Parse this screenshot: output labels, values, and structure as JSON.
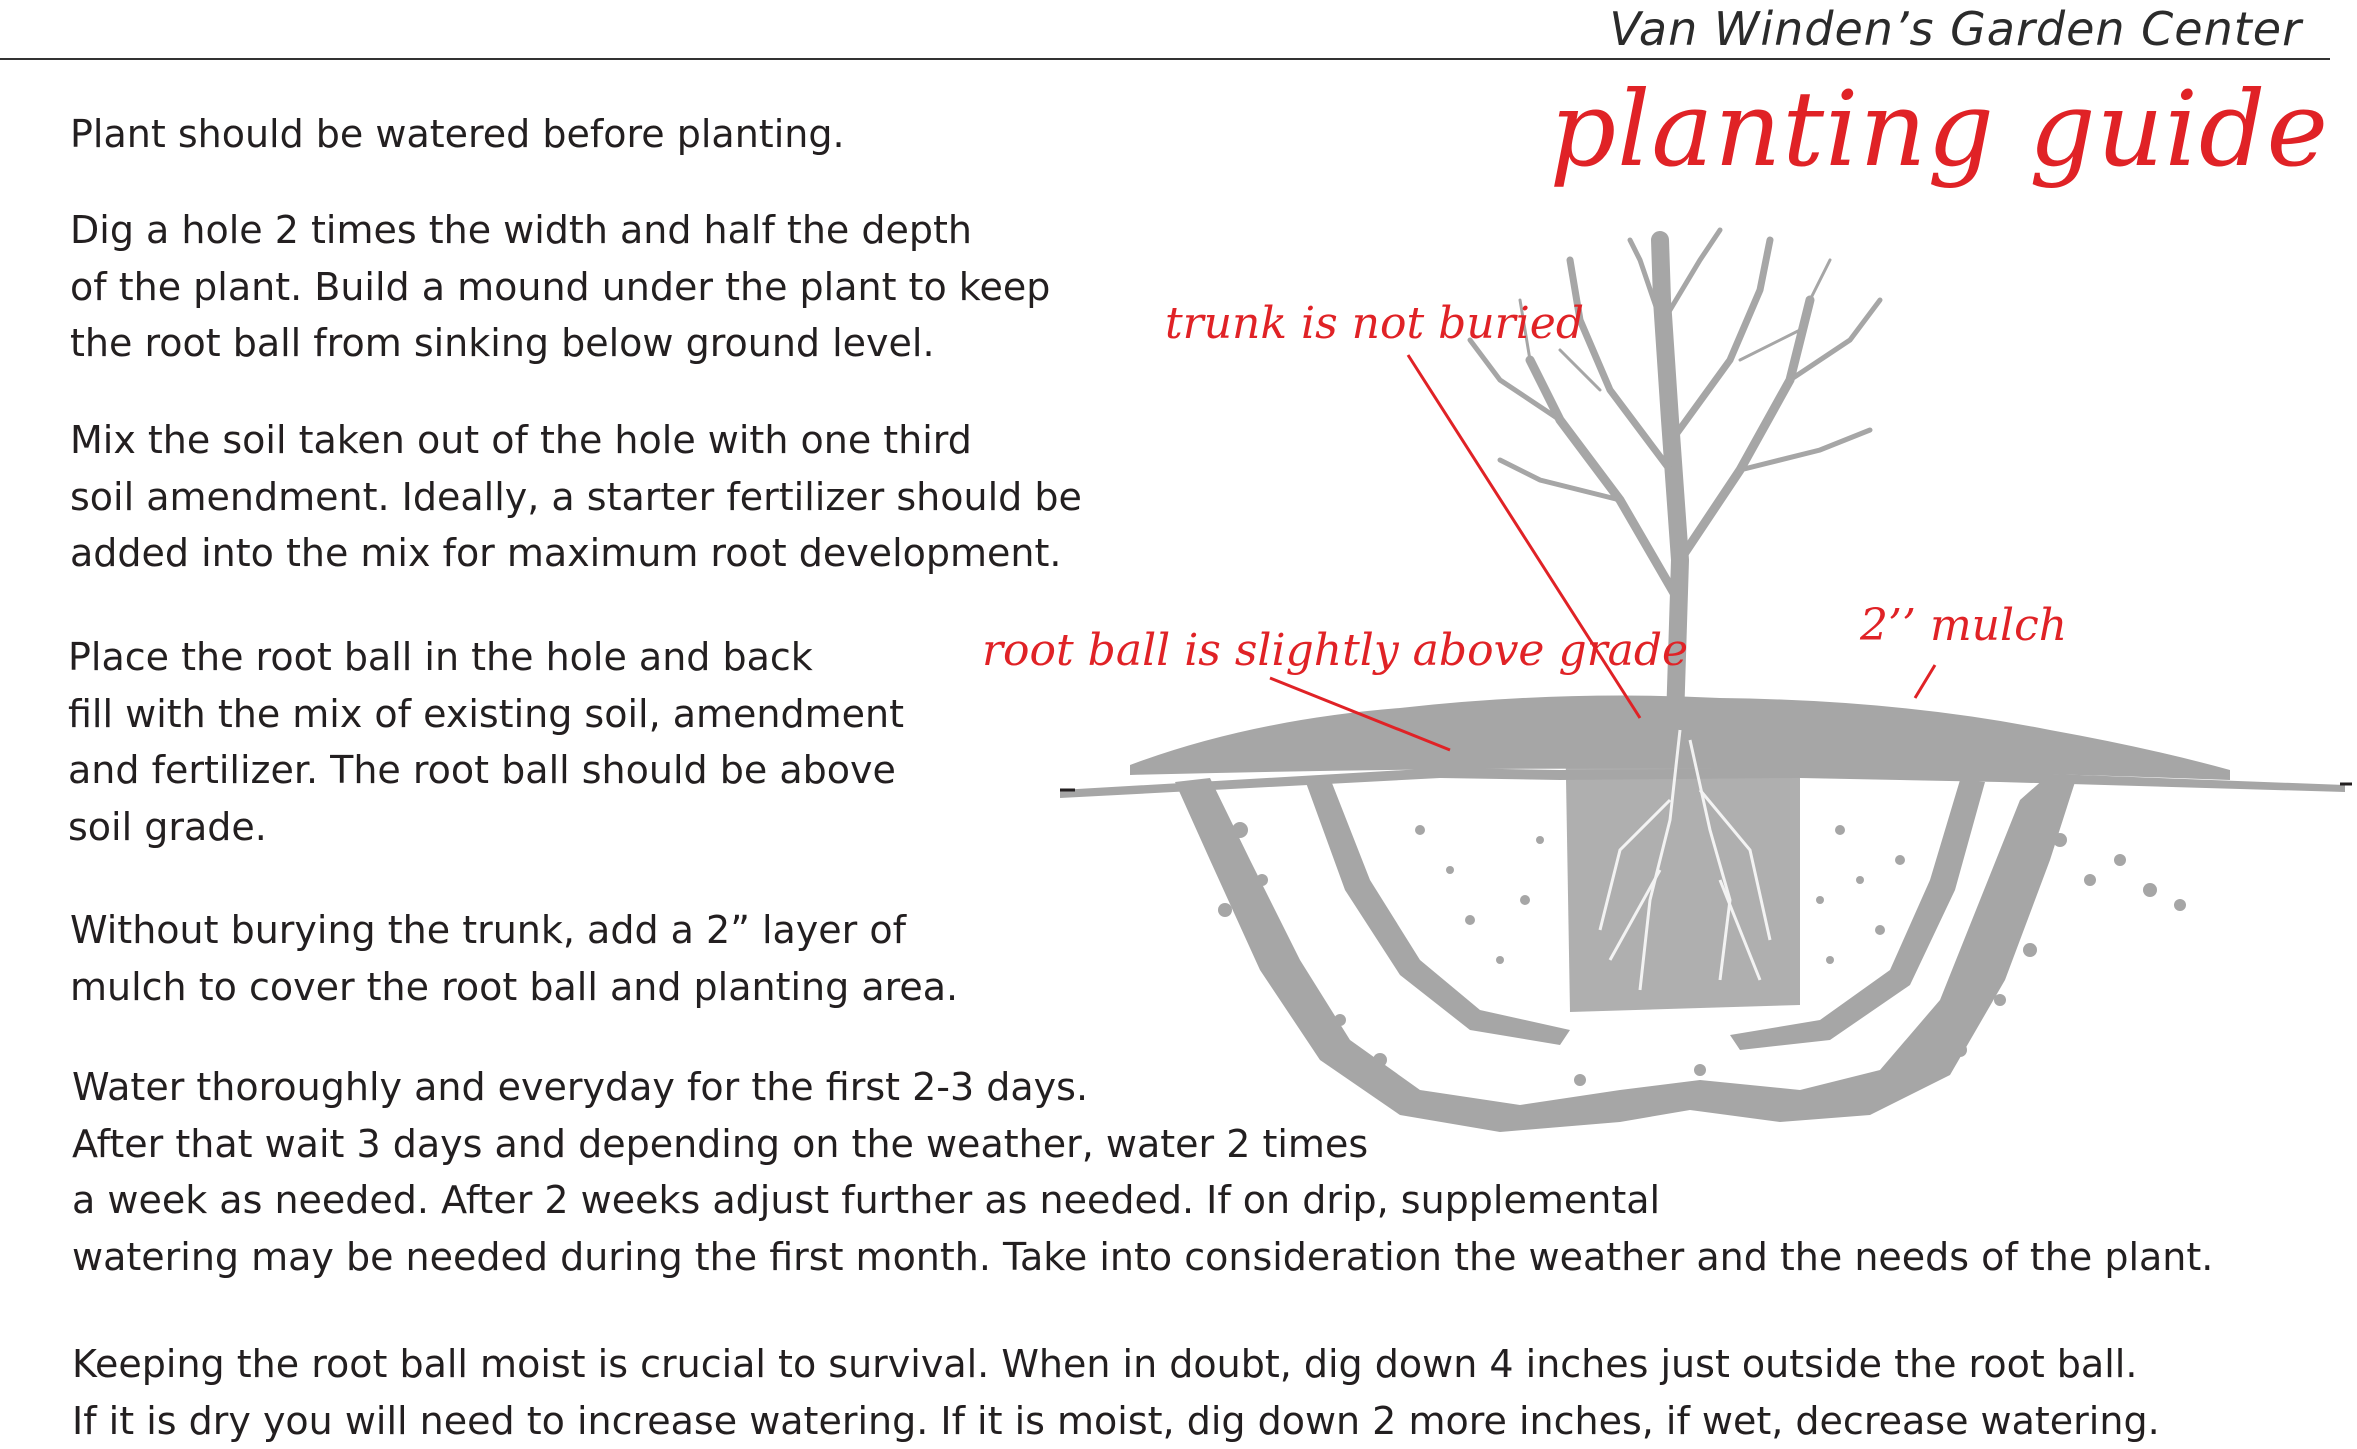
{
  "header": {
    "brand": "Van Winden’s Garden Center",
    "title": "planting guide"
  },
  "instructions": [
    {
      "lines": [
        "Plant should be watered before planting."
      ]
    },
    {
      "lines": [
        "Dig a hole 2 times the width and half the depth",
        "of the plant. Build a mound under the plant to keep",
        "the root ball from sinking below ground level."
      ]
    },
    {
      "lines": [
        "Mix the soil taken out of the hole with one third",
        "soil amendment. Ideally, a starter fertilizer should be",
        "added into the mix for maximum root development."
      ]
    },
    {
      "lines": [
        "Place the root ball in the hole and back",
        "fill with the mix of existing soil, amendment",
        "and fertilizer. The root ball should be above",
        "soil grade."
      ]
    },
    {
      "lines": [
        "Without burying the trunk, add a 2” layer of",
        "mulch to cover the root ball and planting area."
      ]
    },
    {
      "lines": [
        "Water thoroughly and everyday for the first 2-3 days.",
        "After that wait 3 days and depending on the weather, water 2 times",
        "a week as needed. After 2 weeks adjust further as needed. If on drip, supplemental",
        "watering may be needed during the first month. Take into consideration the weather and the needs of the plant."
      ]
    },
    {
      "lines": [
        "Keeping the root ball moist is crucial to survival. When in doubt, dig down 4 inches just outside the root ball.",
        "If it is dry you will need to increase watering. If it is moist, dig down 2 more inches, if wet, decrease watering."
      ]
    }
  ],
  "diagram": {
    "labels": {
      "trunk": "trunk is not buried",
      "root_ball": "root ball is slightly above grade",
      "mulch": "2’’ mulch"
    },
    "colors": {
      "accent": "#e02226",
      "illustration": "#a6a6a6",
      "text": "#231f20"
    }
  }
}
